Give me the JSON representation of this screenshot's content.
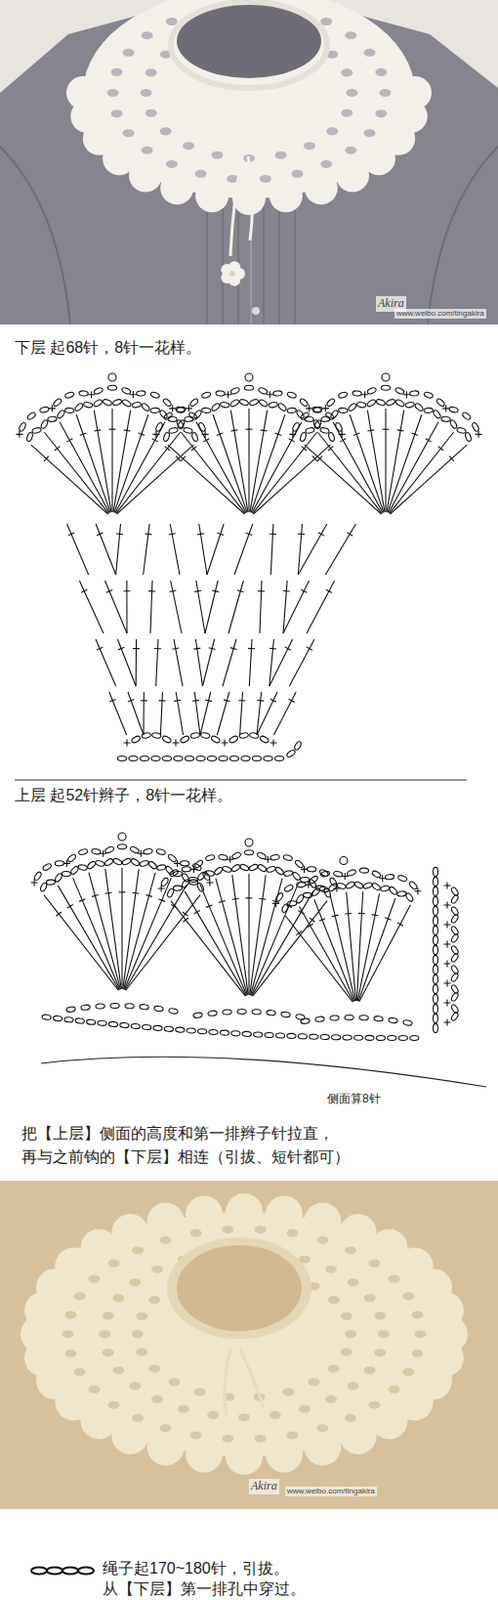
{
  "diagram": {
    "labels": [
      "Akira",
      "www.weibo.com/tingakira",
      "下层 起68针，8针一花样。",
      "上层 起52针辫子，8针一花样。",
      "侧面算8针",
      "把【上层】侧面的高度和第一排辫子针拉直， 再与之前钩的【下层】相连（引拔、短针都可）",
      "Akira",
      "www.weibo.com/tingakira",
      "绳子起170~180针，引拔。 从【下层】第一排孔中穿过。"
    ]
  }
}
